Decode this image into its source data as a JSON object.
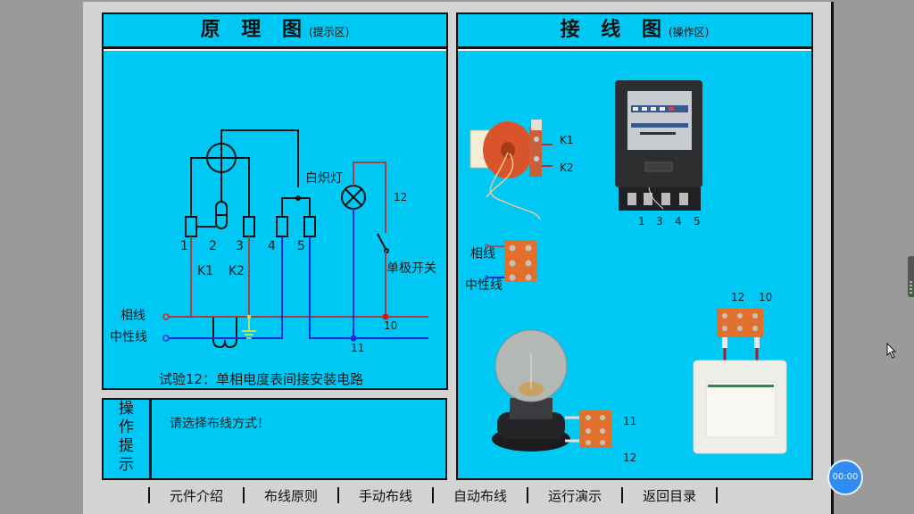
{
  "left_panel": {
    "title": "原 理 图",
    "subtitle": "(提示区)",
    "diagram": {
      "terminal_labels": [
        "1",
        "2",
        "3",
        "4",
        "5"
      ],
      "ct_labels": [
        "K1",
        "K2"
      ],
      "lamp_label": "白炽灯",
      "switch_label": "单极开关",
      "phase_line": "相线",
      "neutral_line": "中性线",
      "node_labels": {
        "n10": "10",
        "n11": "11",
        "n12": "12"
      },
      "colors": {
        "phase": "#a0404a",
        "neutral": "#1a2ee0",
        "ground": "#e8f040",
        "wire": "#111111",
        "node_phase": "#e01010"
      }
    },
    "caption": "试验12：单相电度表间接安装电路"
  },
  "right_panel": {
    "title": "接 线 图",
    "subtitle": "(操作区)",
    "ct": {
      "k1": "K1",
      "k2": "K2"
    },
    "meter_terminals": [
      "1",
      "3",
      "4",
      "5"
    ],
    "source_block": {
      "phase": "相线",
      "neutral": "中性线"
    },
    "lamp_terminals": [
      "11",
      "12"
    ],
    "switch_terminals": [
      "12",
      "10"
    ]
  },
  "tips": {
    "heading_chars": [
      "操",
      "作",
      "提",
      "示"
    ],
    "message": "请选择布线方式！"
  },
  "menu": {
    "items": [
      "元件介绍",
      "布线原则",
      "手动布线",
      "自动布线",
      "运行演示",
      "返回目录"
    ]
  },
  "overlay": {
    "timer": "00:00"
  }
}
